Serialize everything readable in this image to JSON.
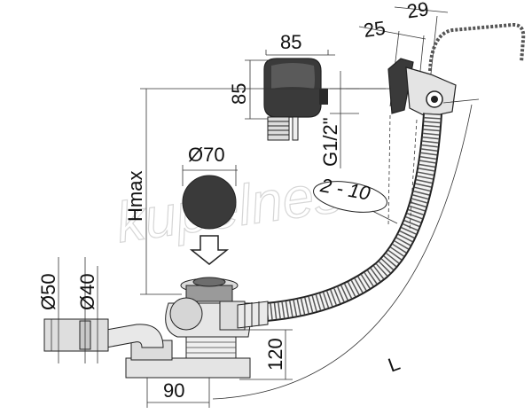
{
  "dimensions": {
    "d25": "25",
    "d29": "29",
    "d85_width": "85",
    "d85_height": "85",
    "g12": "G1/2\"",
    "d70": "Ø70",
    "hmax": "Hmax",
    "range": "2 - 10",
    "d50": "Ø50",
    "d40": "Ø40",
    "d120": "120",
    "d90": "90",
    "L": "L"
  },
  "watermark": "kupelnes",
  "colors": {
    "part_dark": "#3a3a3a",
    "part_light": "#dcdcdc",
    "line": "#222222"
  }
}
